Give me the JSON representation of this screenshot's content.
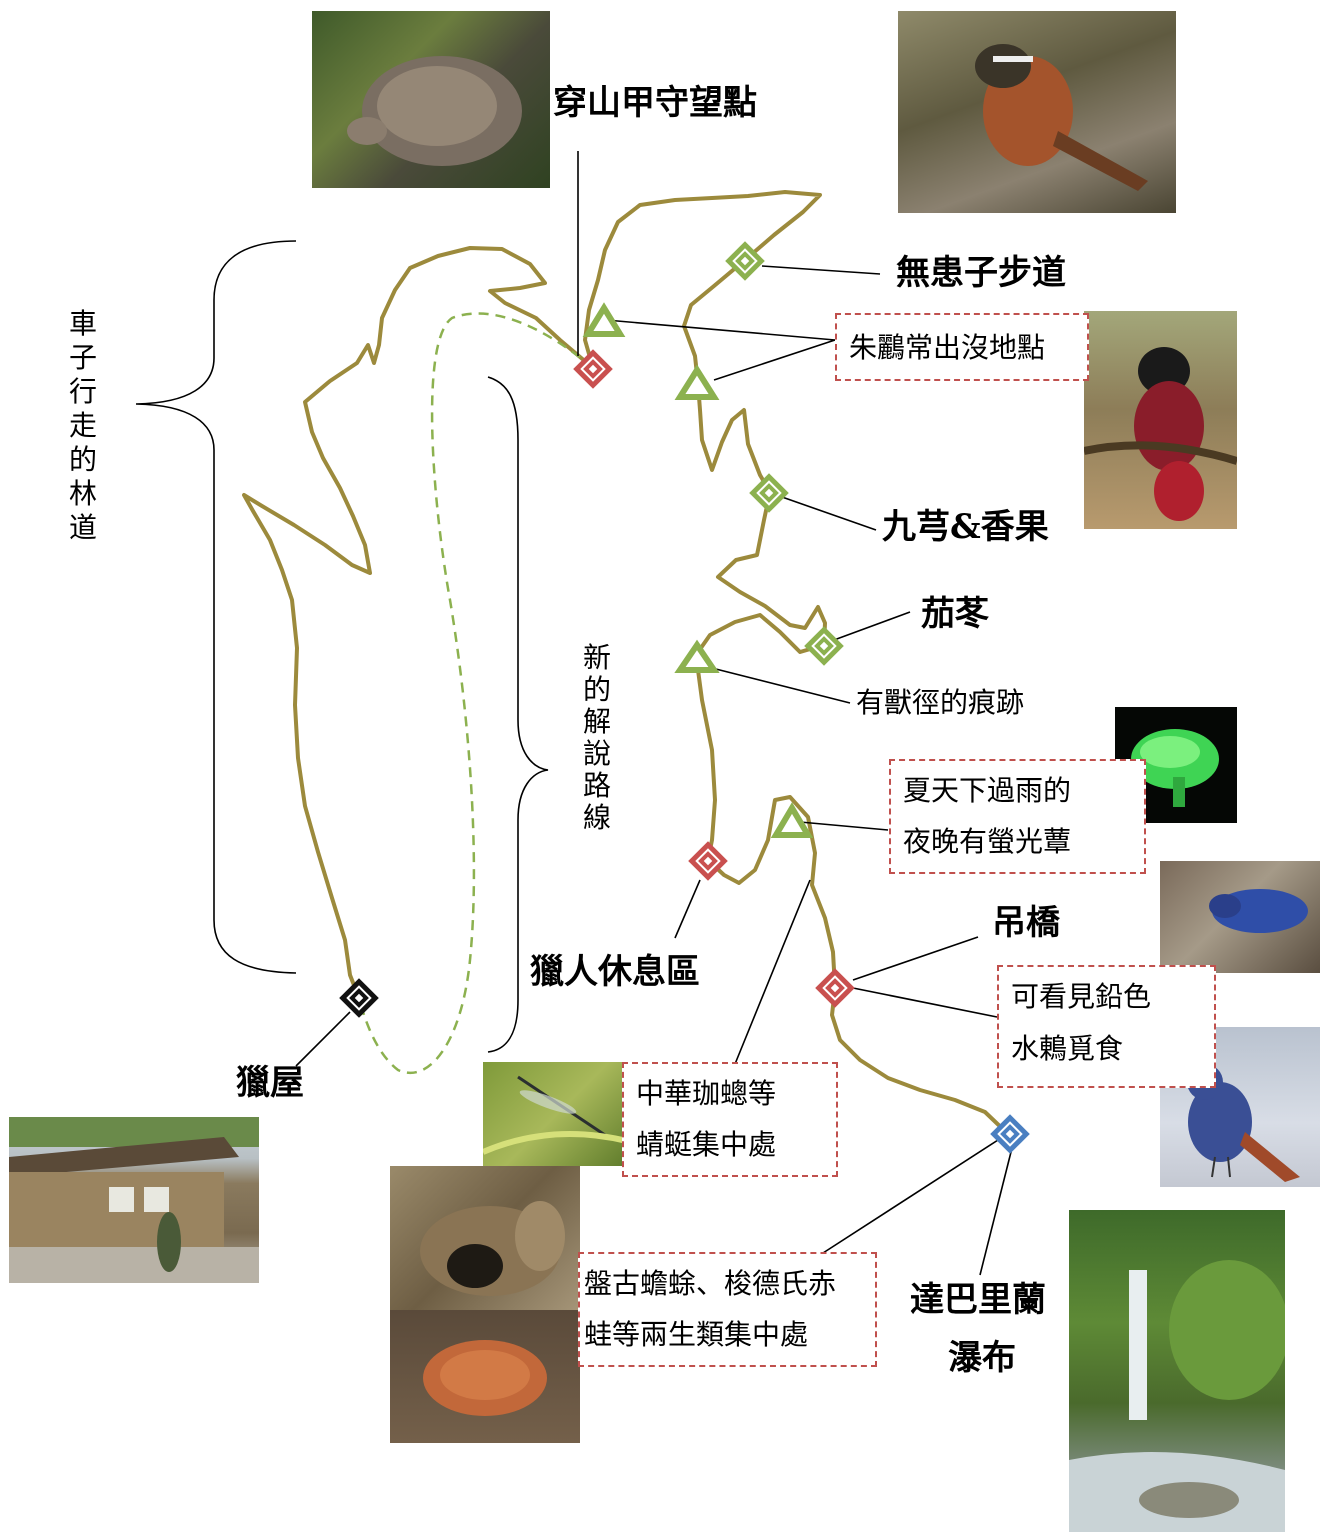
{
  "labels": {
    "pangolin_lookout": "穿山甲守望點",
    "soapberry_trail": "無患子步道",
    "jiuqiong_fruit": "九芎&香果",
    "qiedong": "茄苳",
    "suspension_bridge": "吊橋",
    "hunter_rest_area": "獵人休息區",
    "hunter_hut": "獵屋",
    "waterfall_line1": "達巴里蘭",
    "waterfall_line2": "瀑布",
    "beast_trail": "有獸徑的痕跡"
  },
  "vertical_labels": {
    "car_forest_road": "車子行走的林道",
    "new_trail": "新的解說路線"
  },
  "notes": {
    "oriole": {
      "lines": [
        "朱鸝常出沒地點"
      ]
    },
    "glow_mushroom": {
      "lines": [
        "夏天下過雨的",
        "夜晚有螢光蕈"
      ]
    },
    "redstart": {
      "lines": [
        "可看見鉛色",
        "水鶇覓食"
      ]
    },
    "damselfly": {
      "lines": [
        "中華珈蟌等",
        "蜻蜓集中處"
      ]
    },
    "amphibians": {
      "lines": [
        "盤古蟾蜍、梭德氏赤",
        "蛙等兩生類集中處"
      ]
    }
  },
  "photos": {
    "pangolin": "pangolin",
    "scimitar_babbler": "scimitar-babbler",
    "maroon_oriole": "maroon-oriole",
    "glowing_mushroom": "glowing-mushroom",
    "plumbeous_redstart_top": "plumbeous-redstart",
    "plumbeous_redstart_bottom": "plumbeous-redstart",
    "damselfly": "damselfly",
    "toad": "toad",
    "frog": "frog",
    "hunter_hut": "hunter-hut",
    "waterfall": "waterfall"
  },
  "colors": {
    "trail": "#9c8a3c",
    "green_marker": "#8cb14f",
    "red_marker": "#c9504f",
    "blue_marker": "#4a7fc1",
    "black_marker": "#111111",
    "dash_box": "#c0504d",
    "dashed_path": "#8cb14f"
  }
}
